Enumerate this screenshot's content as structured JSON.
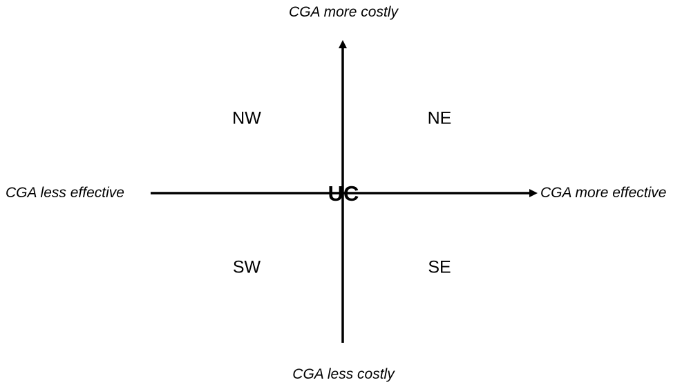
{
  "axes": {
    "top": "CGA more costly",
    "bottom": "CGA less costly",
    "left": "CGA less effective",
    "right": "CGA more effective"
  },
  "quadrants": {
    "nw": "NW",
    "ne": "NE",
    "sw": "SW",
    "se": "SE"
  },
  "center": "UC"
}
